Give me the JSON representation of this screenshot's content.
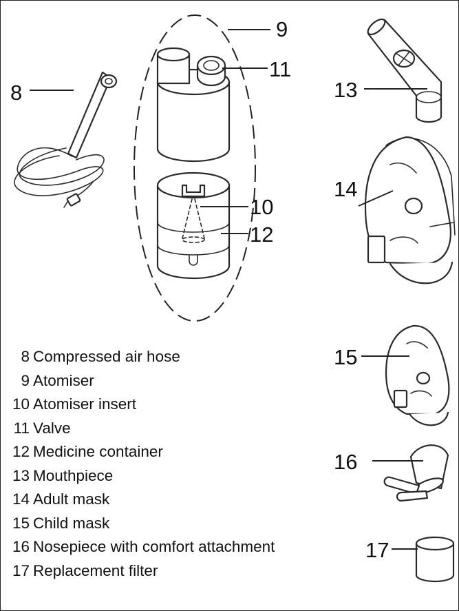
{
  "callouts": [
    "8",
    "9",
    "10",
    "11",
    "12",
    "13",
    "14",
    "15",
    "16",
    "17"
  ],
  "legend": [
    {
      "num": "8",
      "label": "Compressed air hose"
    },
    {
      "num": "9",
      "label": "Atomiser"
    },
    {
      "num": "10",
      "label": "Atomiser insert"
    },
    {
      "num": "11",
      "label": "Valve"
    },
    {
      "num": "12",
      "label": "Medicine container"
    },
    {
      "num": "13",
      "label": "Mouthpiece"
    },
    {
      "num": "14",
      "label": "Adult mask"
    },
    {
      "num": "15",
      "label": "Child mask"
    },
    {
      "num": "16",
      "label": "Nosepiece with comfort attachment"
    },
    {
      "num": "17",
      "label": "Replacement filter"
    }
  ]
}
